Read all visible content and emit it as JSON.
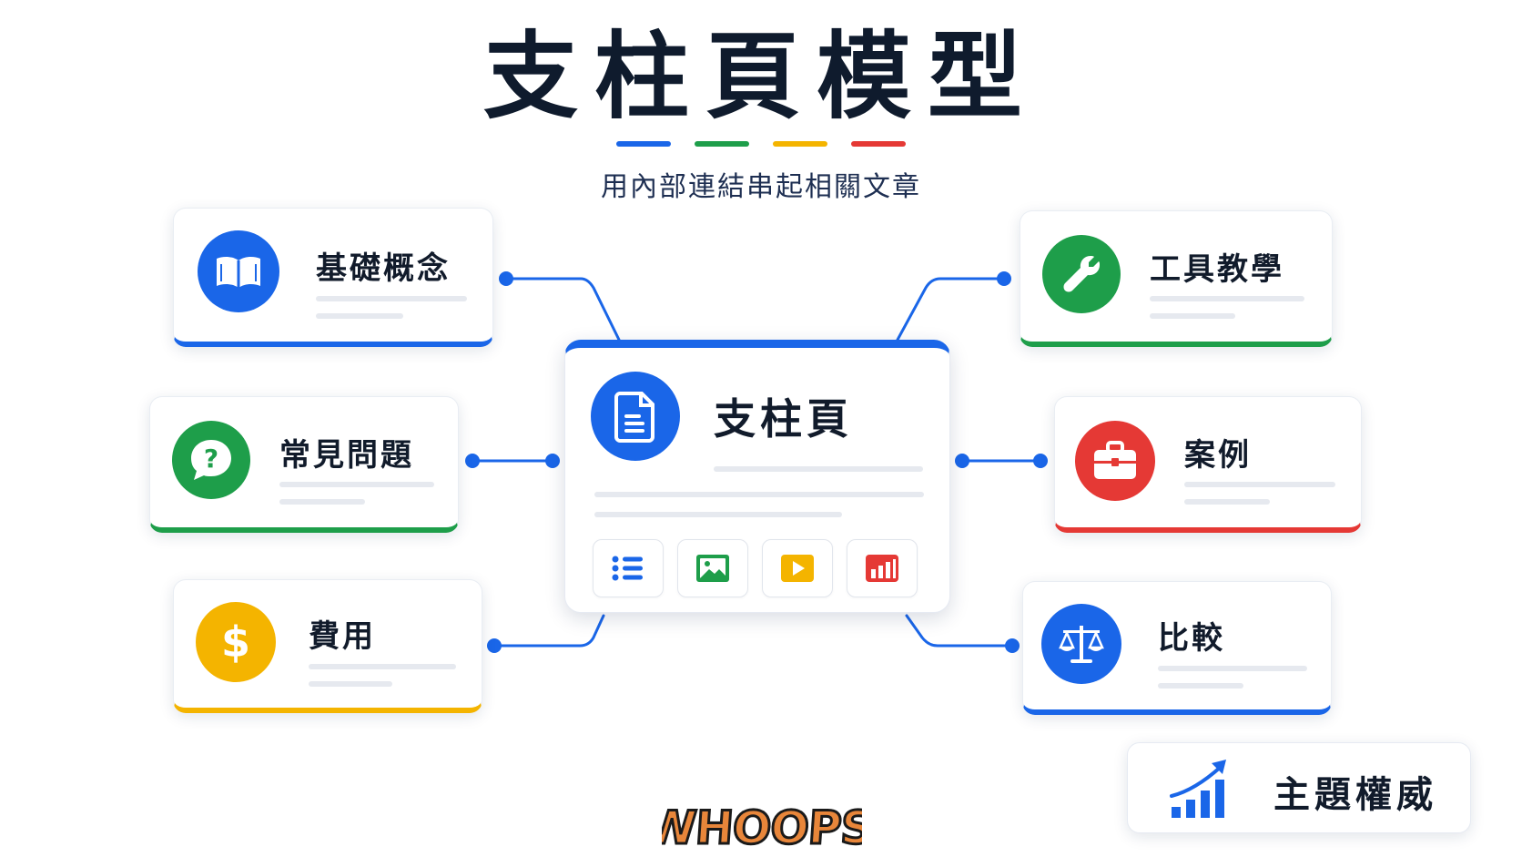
{
  "title": "支柱頁模型",
  "subtitle": "用內部連結串起相關文章",
  "accent_colors": [
    "#1a66e8",
    "#1e9e4a",
    "#f4b400",
    "#e53935"
  ],
  "center": {
    "label": "支柱頁",
    "color": "#1a66e8",
    "icon": "document-icon",
    "media_icons": [
      {
        "name": "list-icon",
        "color": "#1a66e8"
      },
      {
        "name": "image-icon",
        "color": "#1e9e4a"
      },
      {
        "name": "video-play-icon",
        "color": "#f4b400"
      },
      {
        "name": "bar-chart-icon",
        "color": "#e53935"
      }
    ]
  },
  "clusters": [
    {
      "label": "基礎概念",
      "icon": "book-icon",
      "color": "#1a66e8"
    },
    {
      "label": "常見問題",
      "icon": "question-chat-icon",
      "color": "#1e9e4a"
    },
    {
      "label": "費用",
      "icon": "dollar-icon",
      "color": "#f4b400"
    },
    {
      "label": "工具教學",
      "icon": "wrench-icon",
      "color": "#1e9e4a"
    },
    {
      "label": "案例",
      "icon": "briefcase-icon",
      "color": "#e53935"
    },
    {
      "label": "比較",
      "icon": "scale-icon",
      "color": "#1a66e8"
    }
  ],
  "authority": {
    "label": "主題權威",
    "icon": "growth-chart-icon",
    "color": "#1a66e8"
  },
  "watermark": "WHOOPS"
}
